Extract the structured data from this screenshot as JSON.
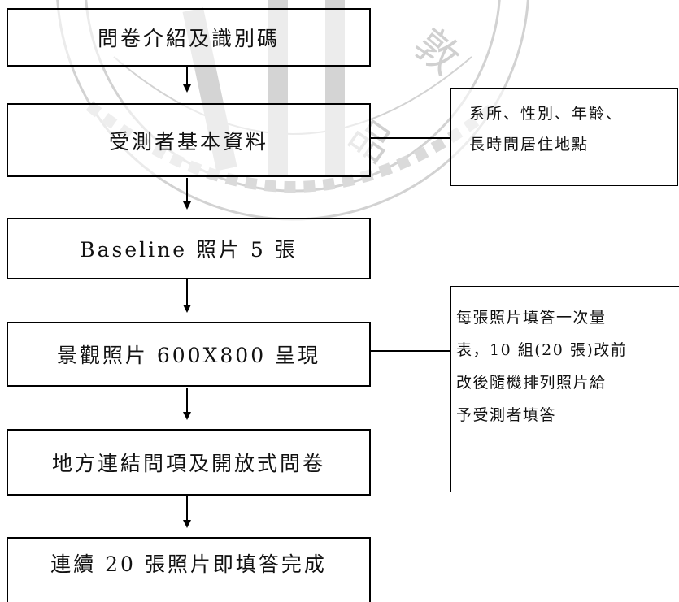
{
  "steps": [
    "問卷介紹及識別碼",
    "受測者基本資料",
    "Baseline 照片 5 張",
    "景觀照片 600X800 呈現",
    "地方連結問項及開放式問卷",
    "連續 20 張照片即填答完成"
  ],
  "notes": {
    "demographics": [
      "系所、性別、年齡、",
      "長時間居住地點"
    ],
    "procedure": [
      "每張照片填答一次量",
      "表，10 組(20 張)改前",
      "改後隨機排列照片給",
      "予受測者填答"
    ]
  },
  "watermark_text": [
    "品",
    "敦"
  ],
  "colors": {
    "line": "#000000",
    "watermark": "#c8c8c8"
  }
}
